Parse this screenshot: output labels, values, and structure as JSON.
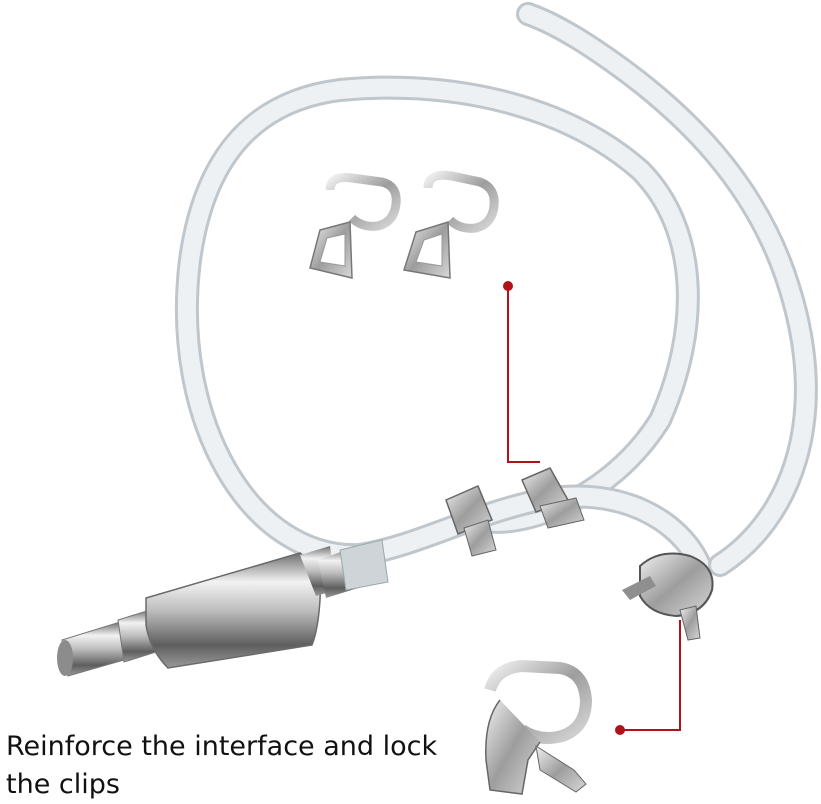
{
  "caption": {
    "text": "Reinforce the interface and lock the clips"
  },
  "colors": {
    "background": "#ffffff",
    "tube": "#e6eaee",
    "tube_edge": "#bfc6cc",
    "metal_light": "#e4e4e4",
    "metal_dark": "#7a7a7a",
    "leader_line": "#b0121a"
  },
  "icons": [
    "spring-hose-clip",
    "fuel-filter",
    "leader-dot"
  ]
}
